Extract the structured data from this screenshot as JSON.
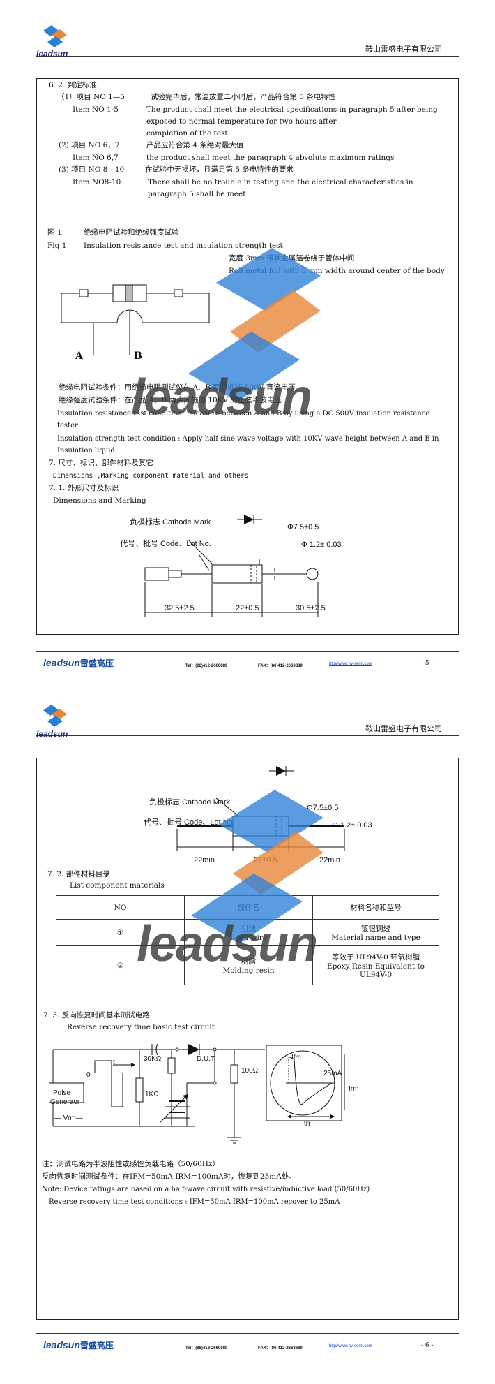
{
  "brand": {
    "logo_word": "leadsun",
    "company": "鞍山雷盛电子有限公司",
    "footer_brand": "leadsun",
    "footer_cn": "雷盛高压",
    "tel": "Tel：(86)412-2660889",
    "fax": "FAX：(86)412-2663889",
    "url": "http//www.hv-semi.com",
    "watermark": "leadsun"
  },
  "page5": {
    "num": "- 5 -",
    "s62": "6. 2.  判定标准",
    "i1_cn": "（1）项目  NO 1—5",
    "i1_cn2": "试验完毕后，常温放置二小时后，产品符合第 5 条电特性",
    "i1_en_label": "Item NO 1-5",
    "i1_en1": "The product shall meet the electrical specifications in paragraph 5 after being",
    "i1_en2": "exposed to normal temperature for two hours after",
    "i1_en3": "completion of the test",
    "i2_cn": "(2)  项目 NO 6，7",
    "i2_cn2": "产品应符合第 4 条绝对最大值",
    "i2_en_label": "Item NO 6,7",
    "i2_en": "the product shall meet the paragraph 4 absolute maximum ratings",
    "i3_cn": "(3)  项目 NO 8—10",
    "i3_cn2": "在试验中无损坏，且满足第 5 条电特性的要求",
    "i3_en_label": "Item NO8-10",
    "i3_en1": "There shall be no trouble in testing and the electrical characteristics in",
    "i3_en2": "paragraph 5 shall be meet",
    "fig_cn_label": "图   1",
    "fig_cn": "绝缘电阻试验和绝缘强度试验",
    "fig_en_label": "Fig 1",
    "fig_en": "Insulation resistance test and insulation strength test",
    "foil_cn": "宽度 3mm 带状金属箔卷绕于管体中间",
    "foil_en": "Roll metal foil with 3 mm width around center of the body",
    "label_a": "A",
    "label_b": "B",
    "ir_cn": "绝缘电阻试验条件：用绝缘电阻测试仪在 A、B 两点间加 500V 直流电压",
    "is_cn": "绝缘强度试验条件：在产品 A、B 两点间施加 10KV 的正弦半波电压",
    "ir_en1": "Insulation resistance test condition : Measure between A and B by using a DC 500V insulation resistance",
    "ir_en2": "tester",
    "is_en1": "Insulation strength test condition : Apply half sine wave voltage with 10KV wave height between A and B in",
    "is_en2": "Insulation liquid",
    "s7_cn": "7.  尺寸、标识、部件材料及其它",
    "s7_en": "Dimensions ,Marking component material and others",
    "s71_cn": "7. 1.  外形尺寸及标识",
    "s71_en": "Dimensions and Marking",
    "d_cathode": "负极标志 Cathode Mark",
    "d_code": "代号、批号 Code、Lot No.",
    "d_phi75": "Φ7.5±0.5",
    "d_phi12": "Φ 1.2± 0.03",
    "d_len1": "32.5±2.5",
    "d_len2": "22±0.5",
    "d_len3": "30.5±2.5"
  },
  "page6": {
    "num": "- 6 -",
    "d_cathode": "负极标志 Cathode Mark",
    "d_code": "代号、批号 Code、Lot No.",
    "d_phi75": "Φ7.5±0.5",
    "d_phi12": "Φ 1.2± 0.03",
    "d_len1": "22min",
    "d_len2": "22±0.5",
    "d_len3": "22min",
    "s72_cn": "7. 2.  部件材料目录",
    "s72_en": "List component materials",
    "table": {
      "headers": [
        "NO",
        "部件名",
        "材料名称和型号"
      ],
      "rows": [
        {
          "no": "①",
          "part_cn": "引线",
          "part_en": "Lead wire",
          "mat_cn": "镀银铜线",
          "mat_en": "Material name and type"
        },
        {
          "no": "②",
          "part_cn": "树脂",
          "part_en": "Molding resin",
          "mat_cn": "等效于 UL94V-0 环氧树脂",
          "mat_en": "Epoxy Resin Equivalent to UL94V-0"
        }
      ]
    },
    "s73_cn": "7. 3.  反向恢复时间基本测试电路",
    "s73_en": "Reverse recovery time basic test circuit",
    "c_pulse": "Pulse",
    "c_gen": "Generaor",
    "c_vrm": "— Vrm—",
    "c_zero": "0",
    "c_t": "t",
    "c_30k": "30KΩ",
    "c_1k": "1KΩ",
    "c_dut": "D.U.T.",
    "c_100": "100Ω",
    "c_ifm": "Ifm",
    "c_25ma": "25mA",
    "c_irm": "Irm",
    "c_trr": "trr",
    "note_cn1": "注：测试电路为半波阻性或感性负载电路（50/60Hz）",
    "note_cn2": "反向恢复时间测试条件：在IFM=50mA IRM=100mA时，恢复到25mA处。",
    "note_en1": "Note: Device ratings are based on a half-wave circuit with resistive/inductive load (50/60Hz)",
    "note_en2": "Reverse recovery time test conditions : IFM=50mA IRM=100mA recover to 25mA"
  }
}
